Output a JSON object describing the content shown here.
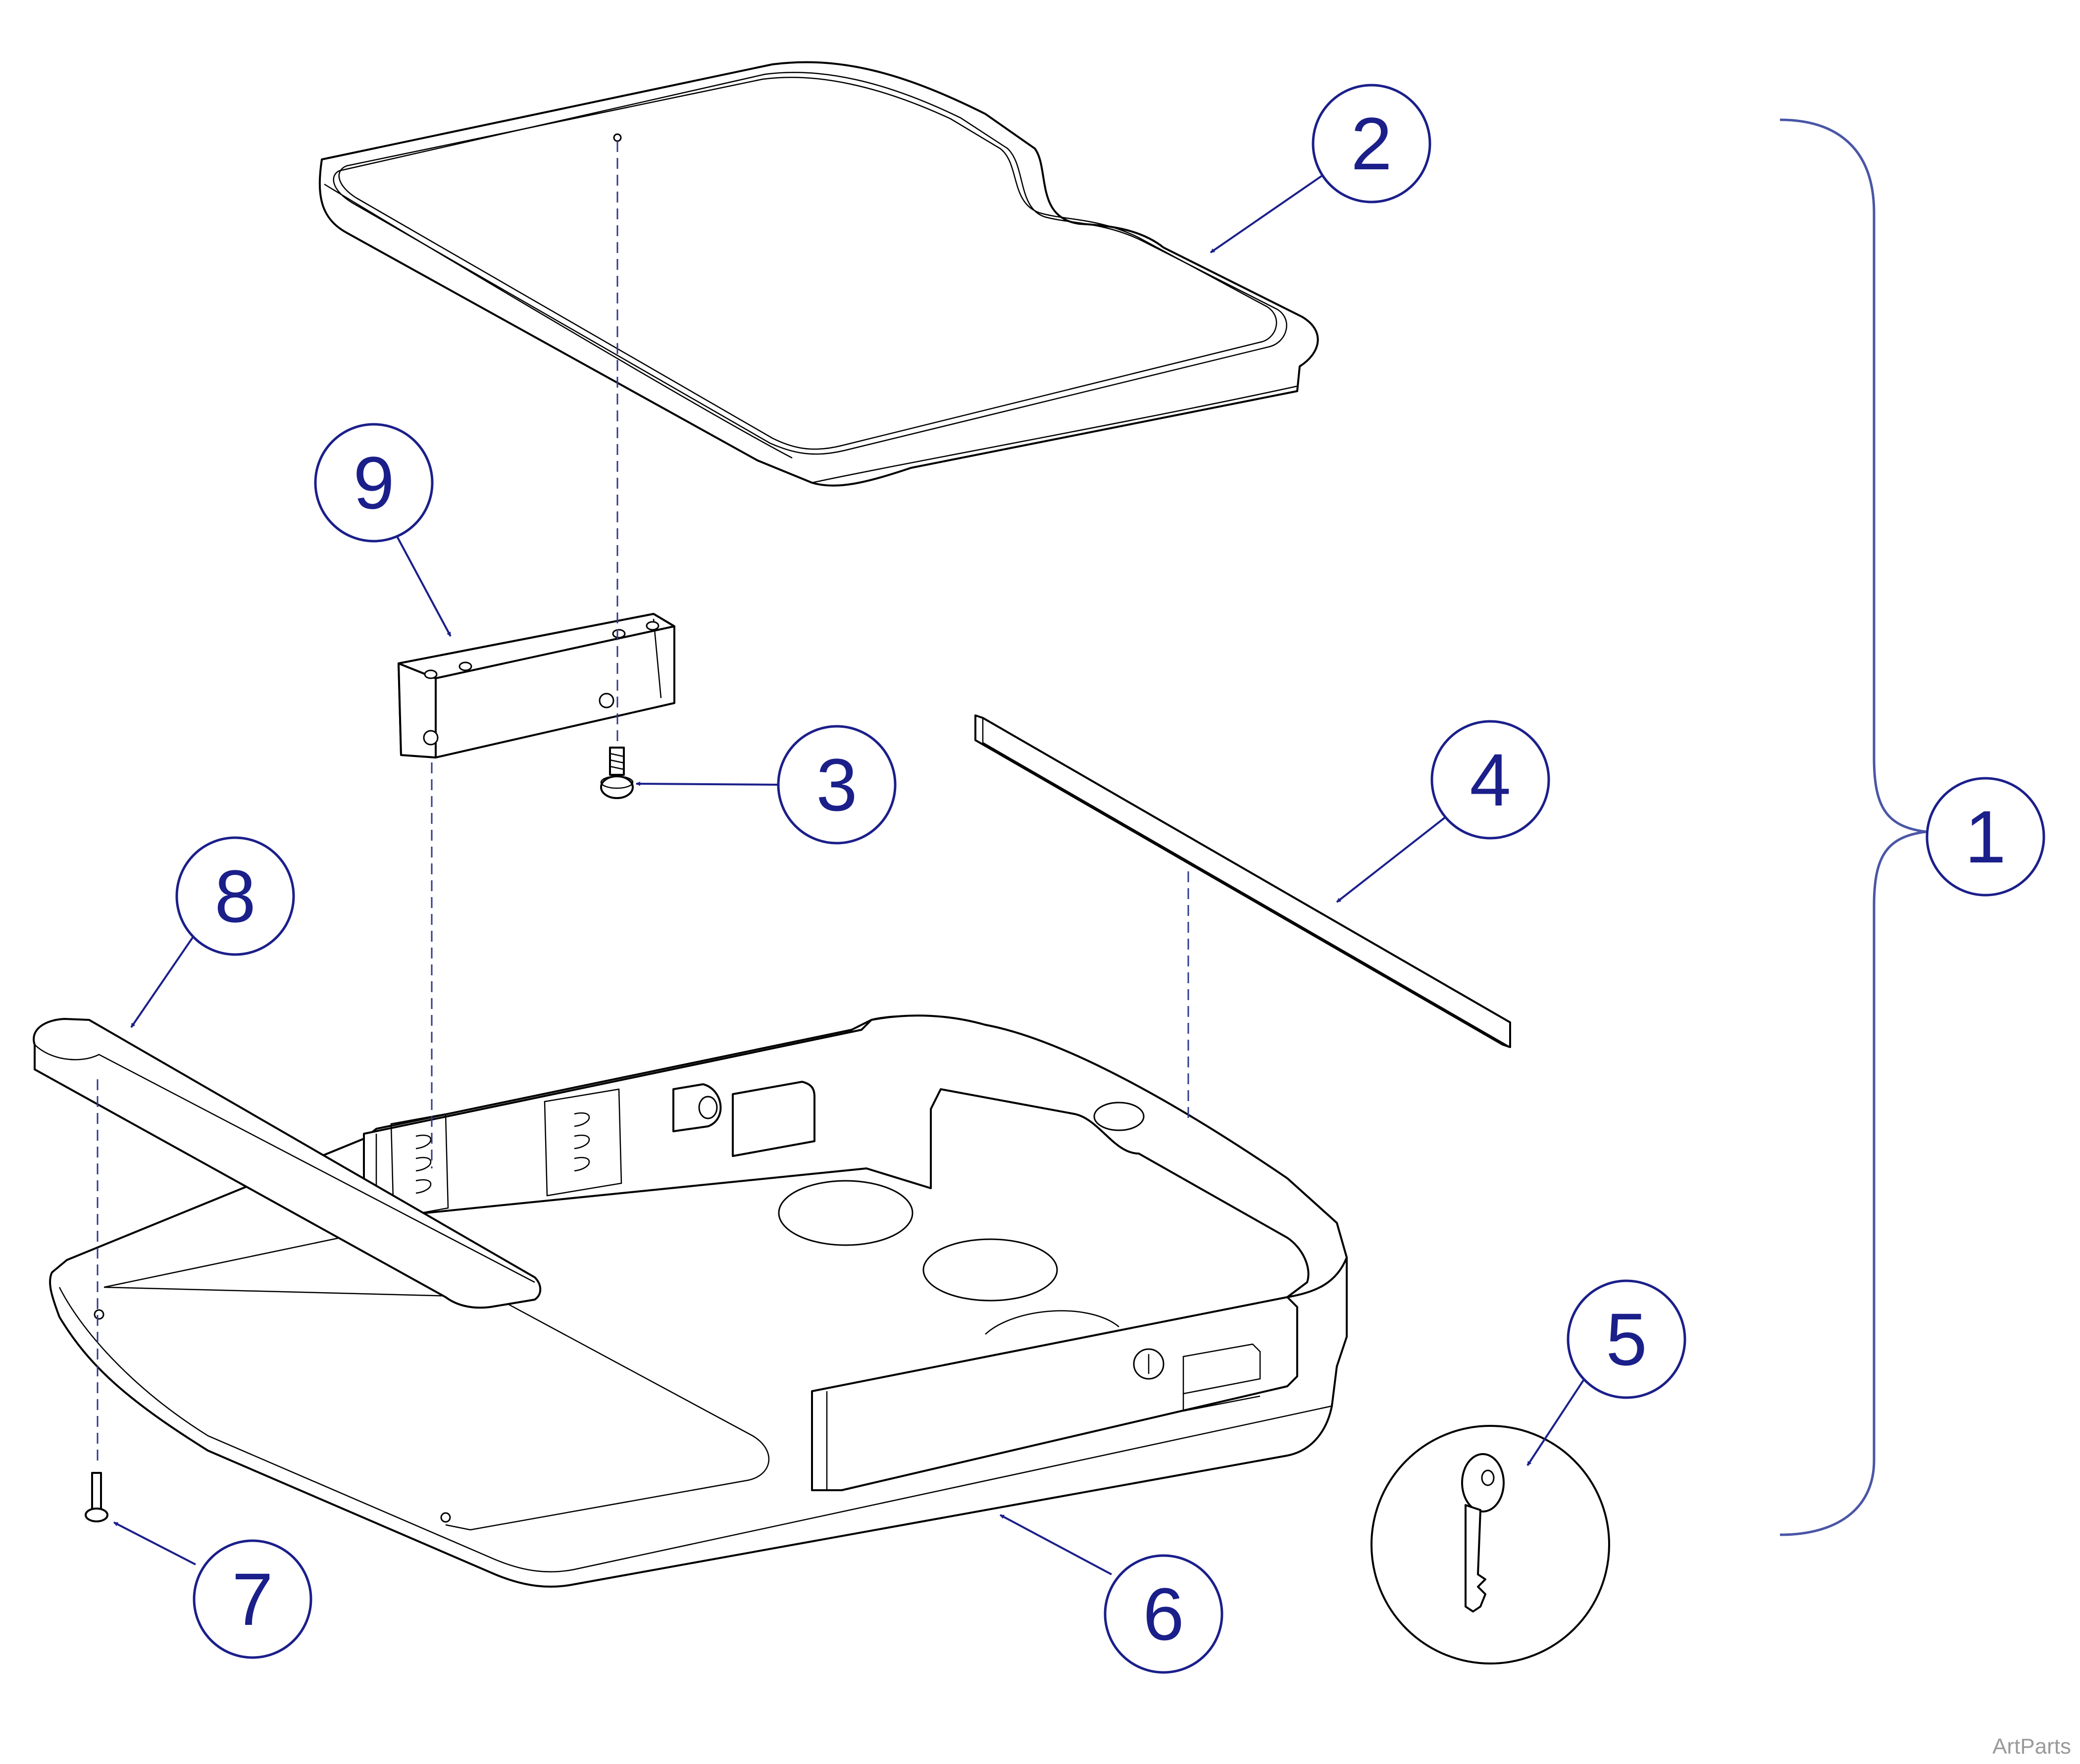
{
  "callouts": [
    {
      "id": "1",
      "label": "1"
    },
    {
      "id": "2",
      "label": "2"
    },
    {
      "id": "3",
      "label": "3"
    },
    {
      "id": "4",
      "label": "4"
    },
    {
      "id": "5",
      "label": "5"
    },
    {
      "id": "6",
      "label": "6"
    },
    {
      "id": "7",
      "label": "7"
    },
    {
      "id": "8",
      "label": "8"
    },
    {
      "id": "9",
      "label": "9"
    }
  ],
  "colors": {
    "callout": "#1b1f8a",
    "brace": "#4a56a6",
    "line": "#000000",
    "watermark": "#9a9a9a"
  },
  "watermark": "ArtParts"
}
